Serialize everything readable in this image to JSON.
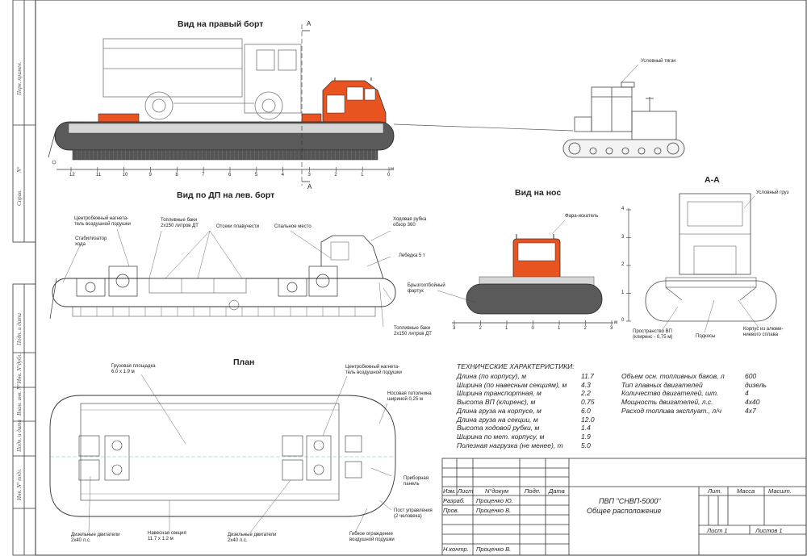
{
  "views": {
    "right_side": "Вид на правый борт",
    "dp_left": "Вид по ДП на лев. борт",
    "nose": "Вид на нос",
    "plan": "План",
    "section": "А-А",
    "section_mark": "А"
  },
  "scale_main": [
    "12",
    "11",
    "10",
    "9",
    "8",
    "7",
    "6",
    "5",
    "4",
    "3",
    "2",
    "1",
    "0"
  ],
  "scale_main_unit": "м",
  "scale_nose": [
    "3",
    "2",
    "1",
    "0",
    "1",
    "2",
    "3"
  ],
  "scale_nose_unit": "м",
  "scale_section": [
    "4",
    "3",
    "2",
    "1",
    "0"
  ],
  "labels": {
    "tractor": "Условный тягач",
    "centrifugal_1": "Центробежный нагнета-",
    "centrifugal_2": "тель воздушной подушки",
    "fuel_top_1": "Топливные баки",
    "fuel_top_2": "2х150 литров ДТ",
    "buoyancy": "Отсеки плавучести",
    "sleeping": "Спальное место",
    "wheelhouse_1": "Ходовая рубка",
    "wheelhouse_2": "обзор 360",
    "winch": "Лебедка 5 т",
    "stabilizer_1": "Стабилизатор",
    "stabilizer_2": "хода",
    "splash_1": "Брызгоотбойный",
    "splash_2": "фартук",
    "fuel_bot_1": "Топливные баки",
    "fuel_bot_2": "2х150 литров ДТ",
    "searchlight": "Фара-искатель",
    "cargo_cond": "Условный груз",
    "vp_space_1": "Пространство ВП",
    "vp_space_2": "(клиренс - 0,75 м)",
    "podkosy": "Подкосы",
    "hull_1": "Корпус из алюми-",
    "hull_2": "ниевого сплава",
    "cargo_area_1": "Грузовая площадка",
    "cargo_area_2": "6.0 х 1.9 м",
    "centrifugal_plan_1": "Центробежный нагнета-",
    "centrifugal_plan_2": "тель воздушной подушки",
    "nose_ceiling_1": "Носовая потолнина",
    "nose_ceiling_2": "шириной 0,25 м",
    "dashboard_1": "Приборная",
    "dashboard_2": "панель",
    "control_1": "Пост управления",
    "control_2": "(2 человека)",
    "engines_l_1": "Дизельные двигатели",
    "engines_l_2": "2х40 л.с.",
    "hinged_1": "Навесная секция",
    "hinged_2": "11.7 х 1.2 м",
    "engines_r_1": "Дизельные двигатели",
    "engines_r_2": "2х40 л.с.",
    "flex_1": "Гибкое ограждение",
    "flex_2": "воздушной подушки"
  },
  "specs": {
    "title": "ТЕХНИЧЕСКИЕ ХАРАКТЕРИСТИКИ:",
    "left": [
      {
        "k": "Длина (по корпусу), м",
        "v": "11.7"
      },
      {
        "k": "Ширина (по навесным секциям), м",
        "v": "4.3"
      },
      {
        "k": "Ширина транспортная, м",
        "v": "2.2"
      },
      {
        "k": "Высота ВП (клиренс), м",
        "v": "0.75"
      },
      {
        "k": "Длина груза на корпусе, м",
        "v": "6.0"
      },
      {
        "k": "Длина груза на секции, м",
        "v": "12.0"
      },
      {
        "k": "Высота ходовой рубки, м",
        "v": "1.4"
      },
      {
        "k": "Ширина по мет. корпусу, м",
        "v": "1.9"
      },
      {
        "k": "Полезная нагрузка (не менее), т",
        "v": "5.0"
      }
    ],
    "right": [
      {
        "k": "Объем осн. топливных баков, л",
        "v": "600"
      },
      {
        "k": "Тип главных двигателей",
        "v": "дизель"
      },
      {
        "k": "Количество двигателей, шт.",
        "v": "4"
      },
      {
        "k": "Мощность двигателей, л.с.",
        "v": "4х40"
      },
      {
        "k": "Расход топлива эксплуат., л/ч",
        "v": "4х7"
      }
    ]
  },
  "title_block": {
    "h_izm": "Изм.",
    "h_list": "Лист",
    "h_ndoc": "N°докум",
    "h_podp": "Подп.",
    "h_data": "Дата",
    "razrab": "Разраб.",
    "razrab_name": "Проценко Ю.",
    "prov": "Пров.",
    "prov_name": "Проценко В.",
    "nkontr": "Н.контр.",
    "nkontr_name": "Проценко В.",
    "title_1": "ПВП \"СНВП-5000\"",
    "title_2": "Общее расположение",
    "h_lit": "Лит.",
    "h_massa": "Масса",
    "h_masht": "Масшт.",
    "sheet": "Лист  1",
    "sheets": "Листов  1"
  },
  "side_stamps": [
    "Перв. примен.",
    "N°",
    "Справ.",
    "Подп. и дата",
    "Инв. N°дубл.",
    "Взам. инв. N°",
    "Подп. и дата",
    "Инв. N° подл."
  ],
  "colors": {
    "accent": "#e8531f",
    "hull": "#5a5a5a",
    "deck": "#d6d6d6",
    "line": "#333333"
  }
}
